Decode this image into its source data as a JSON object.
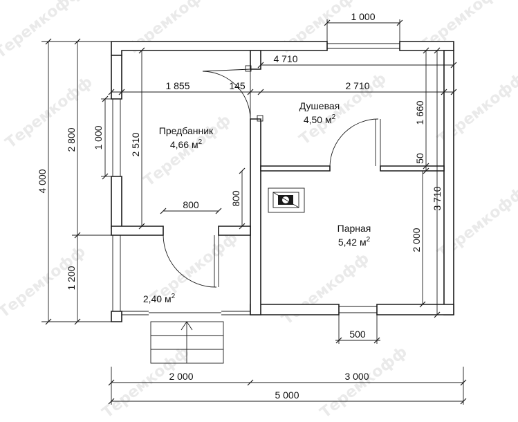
{
  "watermark": "Теремкофф",
  "rooms": {
    "predbannik": {
      "name": "Предбанник",
      "area": "4,66 м",
      "sup": "2"
    },
    "dushevaya": {
      "name": "Душевая",
      "area": "4,50 м",
      "sup": "2"
    },
    "parnaya": {
      "name": "Парная",
      "area": "5,42 м",
      "sup": "2"
    },
    "porch": {
      "area": "2,40 м",
      "sup": "2"
    }
  },
  "dimensions": {
    "top_window": "1 000",
    "inner_width_right": "4 710",
    "seg_1855": "1 855",
    "seg_145": "145",
    "seg_2710": "2 710",
    "left_total": "4 000",
    "left_2800": "2 800",
    "left_1200": "1 200",
    "left_window": "1 000",
    "inner_2510": "2 510",
    "door_800_h": "800",
    "door_800_v": "800",
    "right_1660": "1 660",
    "right_50": "50",
    "right_3710": "3 710",
    "right_2000": "2 000",
    "bottom_window": "500",
    "bottom_2000": "2 000",
    "bottom_3000": "3 000",
    "bottom_total": "5 000"
  }
}
